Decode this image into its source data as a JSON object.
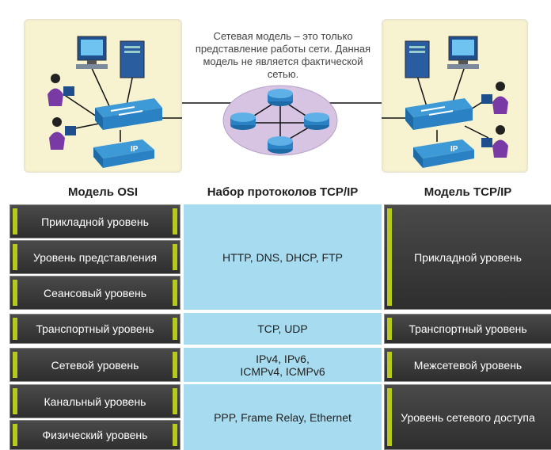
{
  "caption": {
    "line1": "Сетевая модель – это только",
    "line2": "представление работы сети. Данная",
    "line3": "модель не является фактической",
    "line4": "сетью."
  },
  "headers": {
    "osi": "Модель OSI",
    "suite": "Набор протоколов TCP/IP",
    "tcpip": "Модель TCP/IP"
  },
  "osi_layers": [
    "Прикладной уровень",
    "Уровень представления",
    "Сеансовый уровень",
    "Транспортный уровень",
    "Сетевой уровень",
    "Канальный уровень",
    "Физический уровень"
  ],
  "protocols": {
    "application": "HTTP, DNS, DHCP, FTP",
    "transport": "TCP, UDP",
    "network_line1": "IPv4, IPv6,",
    "network_line2": "ICMPv4, ICMPv6",
    "access": "PPP, Frame Relay, Ethernet"
  },
  "tcpip_layers": [
    "Прикладной уровень",
    "Транспортный уровень",
    "Межсетевой уровень",
    "Уровень сетевого доступа"
  ],
  "phone_label": "IP",
  "colors": {
    "panel": "#f7f2cf",
    "layer_box": "#3a3a3a",
    "accent": "#b6c91e",
    "protocol_bg": "#a7dbef"
  }
}
